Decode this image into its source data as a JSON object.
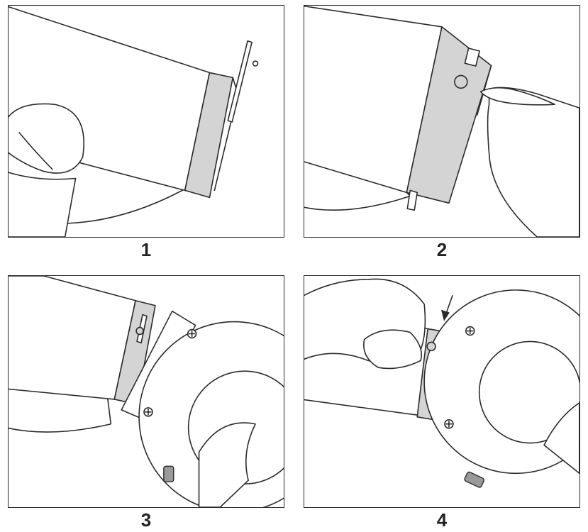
{
  "steps": [
    {
      "number": "1"
    },
    {
      "number": "2"
    },
    {
      "number": "3"
    },
    {
      "number": "4"
    }
  ],
  "colors": {
    "border": "#2a2a2a",
    "metal_fill": "#d4d4d4",
    "background": "#ffffff"
  }
}
